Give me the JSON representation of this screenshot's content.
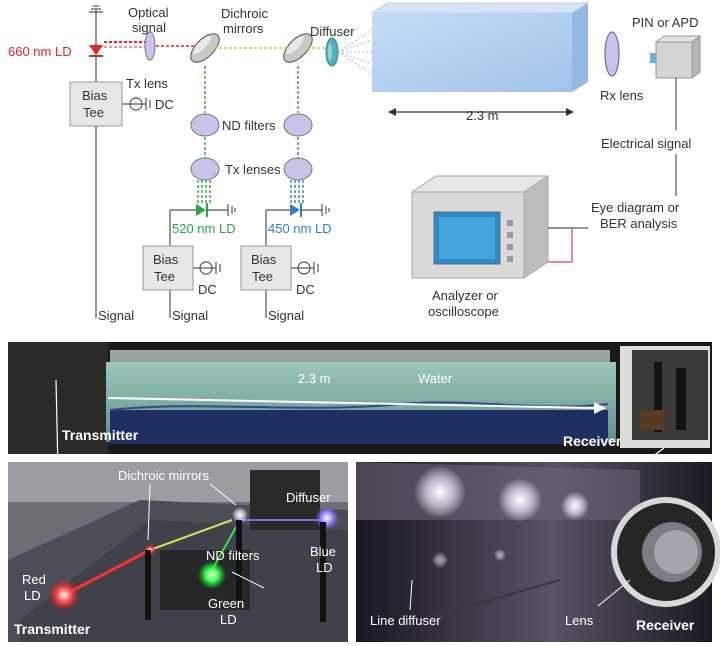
{
  "diagram": {
    "labels": {
      "red_ld": "660 nm LD",
      "optical_signal_1": "Optical",
      "optical_signal_2": "signal",
      "dichroic_1": "Dichroic",
      "dichroic_2": "mirrors",
      "diffuser": "Diffuser",
      "pin_apd": "PIN or APD",
      "bias_tee_1": "Bias",
      "bias_tee_2": "Tee",
      "tx_lens": "Tx lens",
      "dc": "DC",
      "nd_filters": "ND filters",
      "tx_lenses": "Tx lenses",
      "green_ld": "520 nm LD",
      "blue_ld": "450 nm LD",
      "distance": "2.3 m",
      "rx_lens": "Rx lens",
      "electrical_signal": "Electrical signal",
      "eye_1": "Eye diagram or",
      "eye_2": "BER analysis",
      "analyzer_1": "Analyzer or",
      "analyzer_2": "oscilloscope",
      "signal": "Signal"
    },
    "colors": {
      "red": "#e0262b",
      "green": "#27a844",
      "blue": "#2f7fc8",
      "lens": "#c7c4ea",
      "tank": "#a9c8ec"
    }
  },
  "photos": {
    "top": {
      "distance": "2.3 m",
      "water": "Water",
      "transmitter": "Transmitter",
      "receiver": "Receiver"
    },
    "bottom_left": {
      "dichroic": "Dichroic mirrors",
      "diffuser": "Diffuser",
      "nd_filters": "ND filters",
      "red_ld_1": "Red",
      "red_ld_2": "LD",
      "blue_ld_1": "Blue",
      "blue_ld_2": "LD",
      "green_ld_1": "Green",
      "green_ld_2": "LD",
      "transmitter": "Transmitter"
    },
    "bottom_right": {
      "line_diffuser": "Line diffuser",
      "lens": "Lens",
      "receiver": "Receiver"
    }
  }
}
